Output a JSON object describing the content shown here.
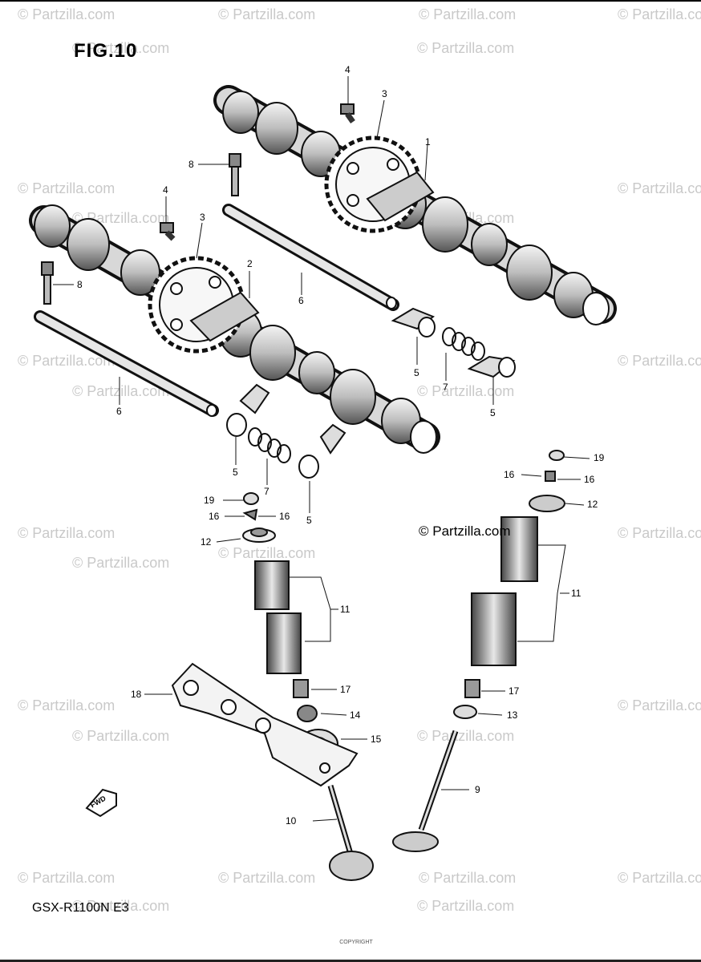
{
  "figure": {
    "title": "FIG.10"
  },
  "model": "GSX-R1100N E3",
  "brand_mark": "© Partzilla.com",
  "watermark_text": "© Partzilla.com",
  "fwd_label": "FWD",
  "footer_text": "COPYRIGHT",
  "callouts": [
    "1",
    "2",
    "3",
    "3",
    "4",
    "4",
    "5",
    "5",
    "5",
    "5",
    "6",
    "6",
    "7",
    "7",
    "8",
    "8",
    "9",
    "10",
    "11",
    "11",
    "12",
    "12",
    "13",
    "14",
    "15",
    "16",
    "16",
    "16",
    "16",
    "17",
    "17",
    "18",
    "19",
    "19"
  ]
}
